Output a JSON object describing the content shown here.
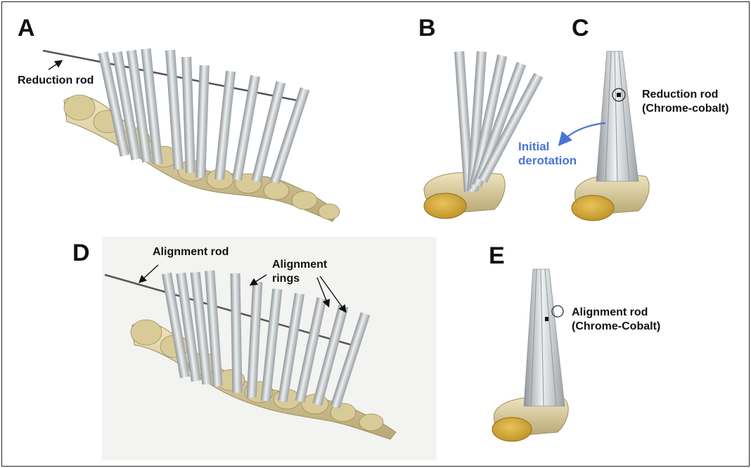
{
  "panels": {
    "a": "A",
    "b": "B",
    "c": "C",
    "d": "D",
    "e": "E"
  },
  "labels": {
    "reduction_rod": "Reduction rod",
    "c_rod_line1": "Reduction rod",
    "c_rod_line2": "(Chrome-cobalt)",
    "derotation_line1": "Initial",
    "derotation_line2": "derotation",
    "alignment_rod": "Alignment rod",
    "alignment_rings_line1": "Alignment",
    "alignment_rings_line2": "rings",
    "e_rod_line1": "Alignment rod",
    "e_rod_line2": "(Chrome-Cobalt)"
  },
  "colors": {
    "bone": "#e3d6a8",
    "bone_dark": "#b9a876",
    "vertebral_body_end": "#d4a838",
    "metal": "#cfd3d6",
    "metal_dark": "#8e9498",
    "rod": "#555555",
    "derotation_arrow": "#4a74d4",
    "panel_d_background": "#f3f3f1"
  }
}
